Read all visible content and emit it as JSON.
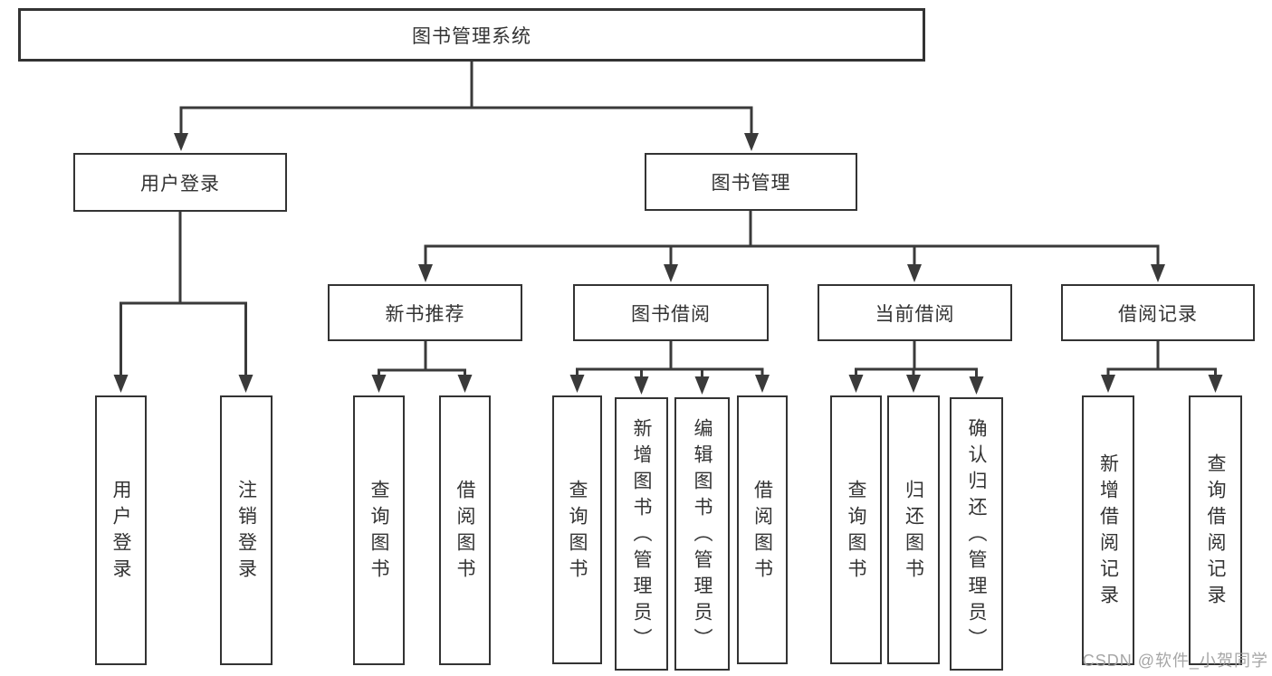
{
  "diagram_title": "图书管理系统",
  "tree": {
    "label": "图书管理系统",
    "children": [
      {
        "label": "用户登录",
        "children": [
          {
            "label": "用户登录"
          },
          {
            "label": "注销登录"
          }
        ]
      },
      {
        "label": "图书管理",
        "children": [
          {
            "label": "新书推荐",
            "children": [
              {
                "label": "查询图书"
              },
              {
                "label": "借阅图书"
              }
            ]
          },
          {
            "label": "图书借阅",
            "children": [
              {
                "label": "查询图书"
              },
              {
                "label": "新增图书（管理员）"
              },
              {
                "label": "编辑图书（管理员）"
              },
              {
                "label": "借阅图书"
              }
            ]
          },
          {
            "label": "当前借阅",
            "children": [
              {
                "label": "查询图书"
              },
              {
                "label": "归还图书"
              },
              {
                "label": "确认归还（管理员）"
              }
            ]
          },
          {
            "label": "借阅记录",
            "children": [
              {
                "label": "新增借阅记录"
              },
              {
                "label": "查询借阅记录"
              }
            ]
          }
        ]
      }
    ]
  },
  "watermark": "CSDN @软件_小贺同学",
  "colors": {
    "line": "#3a3a3a",
    "box_border": "#333333",
    "text": "#333333",
    "watermark": "#9e9e9e",
    "background": "#ffffff"
  }
}
